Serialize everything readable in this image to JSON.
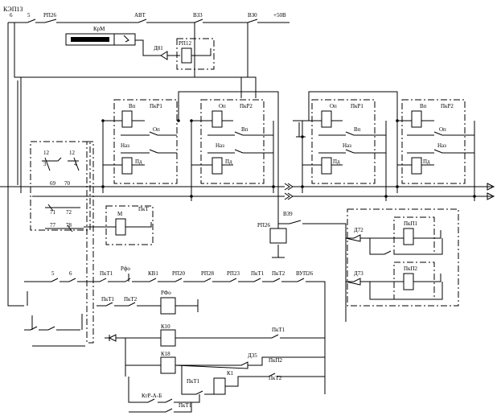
{
  "title": "КЭП13",
  "labels": {
    "t6": "6",
    "t5": "5",
    "rp26_top": "РП26",
    "avt": "АВТ",
    "vz3": "ВЗ3",
    "vz0": "ВЗ0",
    "v50": "+50В",
    "krm": "КрМ",
    "d81": "Д81",
    "rp12": "РП12",
    "u1_vp": "Вп",
    "u1_pkr": "ПкР1",
    "u1_op": "Оп",
    "u1_naz": "Наз",
    "u1_pd": "Пд",
    "u2_op": "Оп",
    "u2_pkr": "ПкР2",
    "u2_vp": "Вп",
    "u2_naz": "Наз",
    "u2_pd": "Пд",
    "u3_op": "Оп",
    "u3_pkr": "ПкР1",
    "u3_vp": "Вп",
    "u3_naz": "Наз",
    "u3_pd": "Пд",
    "u4_vp": "Вп",
    "u4_pkr": "ПкР2",
    "u4_op": "Оп",
    "u4_naz": "Наз",
    "u4_pd": "Пд",
    "n12a": "12",
    "n12b": "12",
    "n3": "3",
    "n4": "4",
    "n69": "69",
    "n70": "70",
    "n71": "71",
    "n72": "72",
    "n77": "77",
    "n78": "78",
    "m": "М",
    "pkt": "ПкТ",
    "rp26": "РП26",
    "vz9": "ВЗ9",
    "d72": "Д72",
    "pkg1": "ПкП1",
    "d73": "Д73",
    "pkg2": "ПкП2",
    "n5": "5",
    "n6": "6",
    "pkt1a": "ПкТ1",
    "rpo_top": "Рфо",
    "kv1": "КВ1",
    "rp20": "РП20",
    "rp28": "РП28",
    "rp23": "РП23",
    "pkt1b": "ПкТ1",
    "pkt2a": "ПкТ2",
    "vu26": "ВУП26",
    "pkt1c": "ПкТ1",
    "pkt2b": "ПкТ2",
    "rpo": "РФо",
    "k10": "К10",
    "pkt1d": "ПкТ1",
    "k18": "К18",
    "d35": "Д35",
    "pkg2b": "ПкП2",
    "pkt1e": "ПкТ1",
    "k1": "К1",
    "pkt2c": "ПкТ2",
    "ktr": "КтР-А-Б",
    "pkt1f": "ПкТ1"
  }
}
